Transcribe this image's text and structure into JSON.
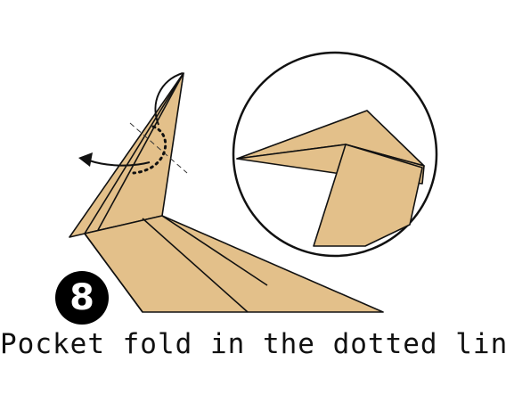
{
  "step": {
    "number": "8",
    "caption": "Pocket fold in the dotted line"
  },
  "colors": {
    "paper": "#e3c08a",
    "outline": "#111111",
    "badge_bg": "#000000",
    "badge_text": "#ffffff"
  },
  "icons": [
    "curved-arrow-icon",
    "magnifier-circle"
  ]
}
